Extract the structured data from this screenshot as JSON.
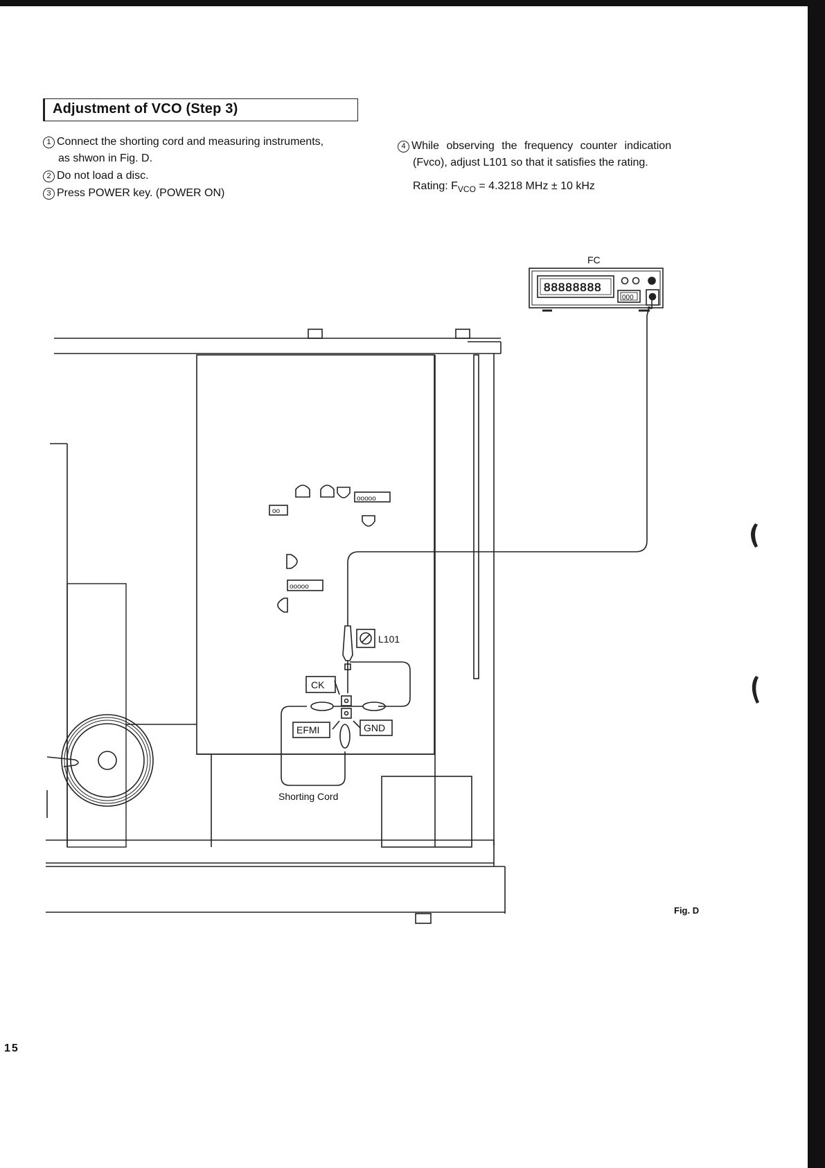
{
  "header": {
    "title": "Adjustment of VCO (Step 3)"
  },
  "steps": [
    {
      "num": "1",
      "line1": "Connect the shorting cord and measuring instruments,",
      "line2": "as shwon in Fig. D."
    },
    {
      "num": "2",
      "line1": "Do not load a disc."
    },
    {
      "num": "3",
      "line1": "Press POWER key. (POWER ON)"
    },
    {
      "num": "4",
      "line1": "While observing the frequency counter indication",
      "line2": "(Fvco), adjust L101 so that it satisfies the rating."
    }
  ],
  "rating": {
    "prefix": "Rating: F",
    "subscript": "VCO",
    "value": " = 4.3218 MHz ± 10 kHz"
  },
  "figure": {
    "label": "Fig. D",
    "fc_label": "FC",
    "fc_display": "88888888",
    "fc_button": "000",
    "l101_label": "L101",
    "ck_label": "CK",
    "efmi_label": "EFMI",
    "gnd_label": "GND",
    "cord_label": "Shorting Cord",
    "connector_pins": "ooooo",
    "small_connector": "oo"
  },
  "footer": {
    "page_number": "15"
  }
}
